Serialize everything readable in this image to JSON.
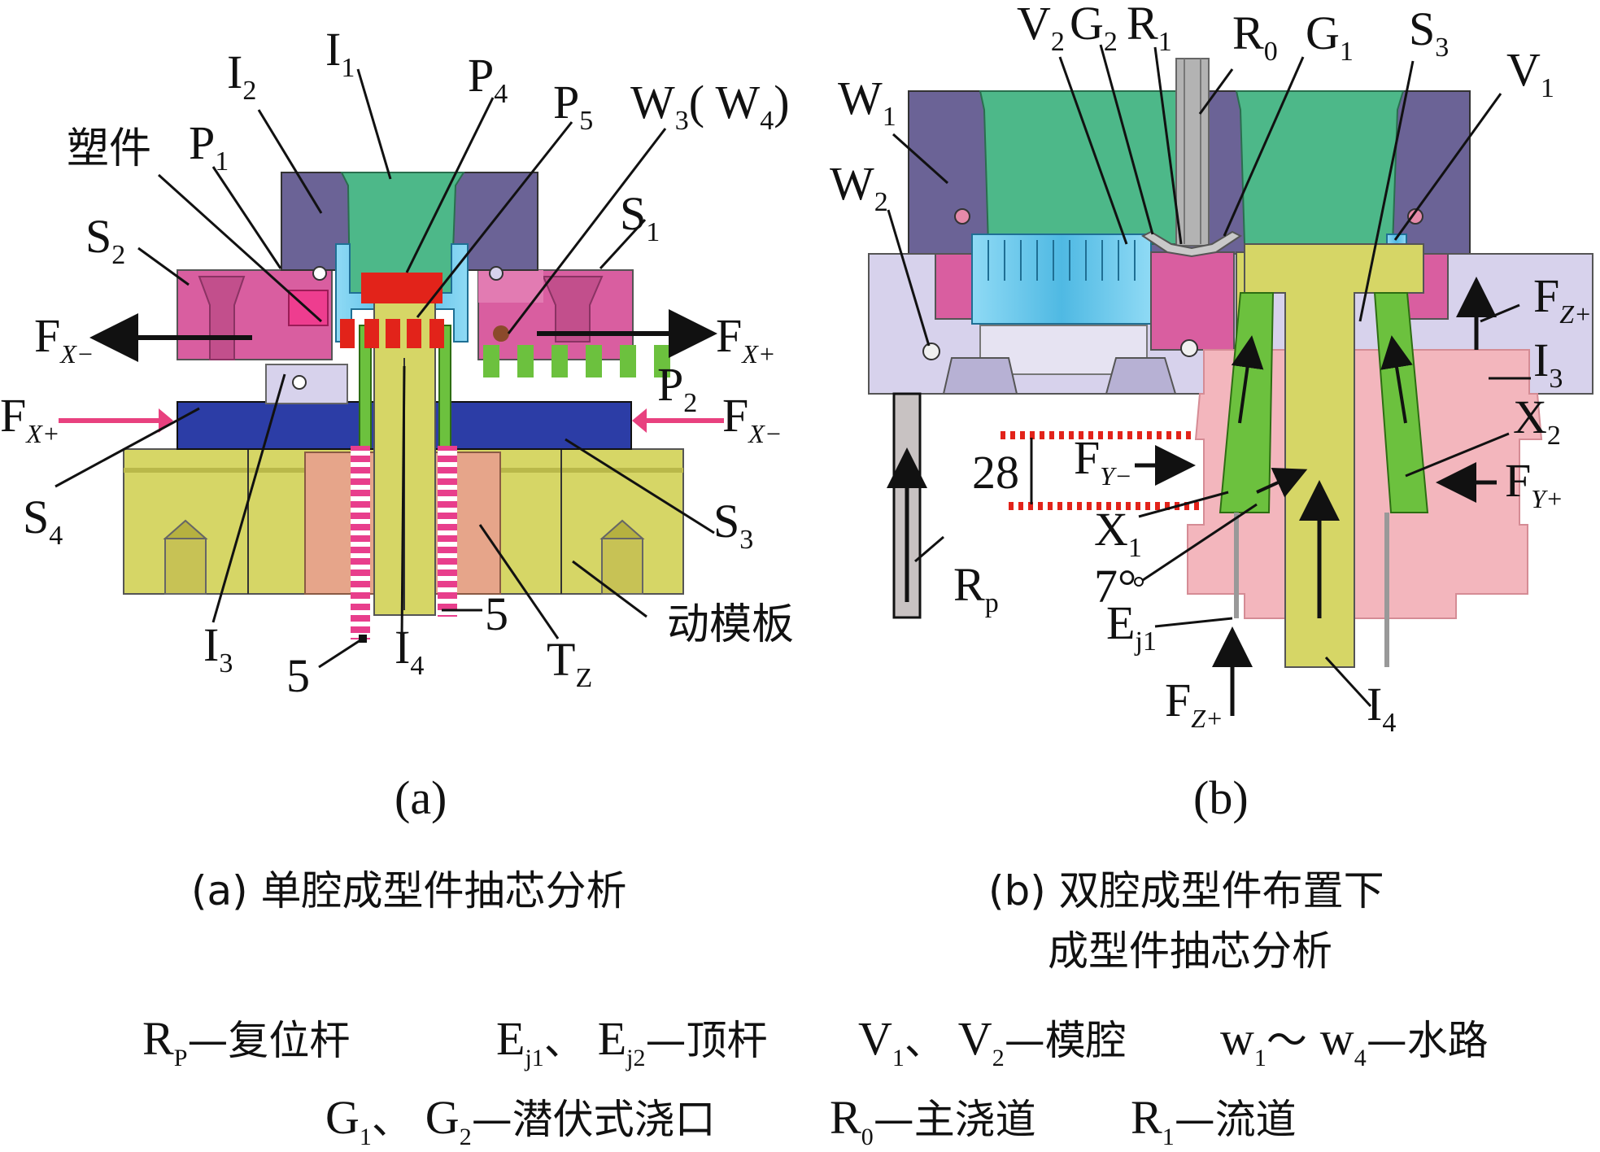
{
  "panel_a": {
    "labels": {
      "I1": {
        "main": "I",
        "sub": "1"
      },
      "I2": {
        "main": "I",
        "sub": "2"
      },
      "I3": {
        "main": "I",
        "sub": "3"
      },
      "I4": {
        "main": "I",
        "sub": "4"
      },
      "P1": {
        "main": "P",
        "sub": "1"
      },
      "P2": {
        "main": "P",
        "sub": "2"
      },
      "P4": {
        "main": "P",
        "sub": "4"
      },
      "P5": {
        "main": "P",
        "sub": "5"
      },
      "W3": {
        "main": "W",
        "sub": "3",
        "extra": "( W",
        "extra_sub": "4",
        "close": ")"
      },
      "S1": {
        "main": "S",
        "sub": "1"
      },
      "S2": {
        "main": "S",
        "sub": "2"
      },
      "S3": {
        "main": "S",
        "sub": "3"
      },
      "S4": {
        "main": "S",
        "sub": "4"
      },
      "Tz": {
        "main": "T",
        "sub": "Z"
      },
      "FXm_top": {
        "main": "F",
        "sub": "X−"
      },
      "FXp_top": {
        "main": "F",
        "sub": "X+"
      },
      "FXp_mid": {
        "main": "F",
        "sub": "X+"
      },
      "FXm_mid": {
        "main": "F",
        "sub": "X−"
      },
      "five_a": "5",
      "five_b": "5",
      "plastic_part": "塑件",
      "moving_plate": "动模板"
    },
    "tag": "(a)"
  },
  "panel_b": {
    "labels": {
      "V1": {
        "main": "V",
        "sub": "1"
      },
      "V2": {
        "main": "V",
        "sub": "2"
      },
      "G1": {
        "main": "G",
        "sub": "1"
      },
      "G2": {
        "main": "G",
        "sub": "2"
      },
      "R0": {
        "main": "R",
        "sub": "0"
      },
      "R1": {
        "main": "R",
        "sub": "1"
      },
      "S3": {
        "main": "S",
        "sub": "3"
      },
      "W1": {
        "main": "W",
        "sub": "1"
      },
      "W2": {
        "main": "W",
        "sub": "2"
      },
      "I3": {
        "main": "I",
        "sub": "3"
      },
      "I4": {
        "main": "I",
        "sub": "4"
      },
      "X1": {
        "main": "X",
        "sub": "1"
      },
      "X2": {
        "main": "X",
        "sub": "2"
      },
      "Rp": {
        "main": "R",
        "sub": "p"
      },
      "Ej1": {
        "main": "E",
        "sub": "j1"
      },
      "FZp_right": {
        "main": "F",
        "sub": "Z+"
      },
      "FZp_bottom": {
        "main": "F",
        "sub": "Z+"
      },
      "FYm": {
        "main": "F",
        "sub": "Y−"
      },
      "FYp": {
        "main": "F",
        "sub": "Y+"
      },
      "dim": "28",
      "angle": "7°"
    },
    "tag": "(b)"
  },
  "captions": {
    "a": "(a) 单腔成型件抽芯分析",
    "b_line1": "(b) 双腔成型件布置下",
    "b_line2": "成型件抽芯分析"
  },
  "legend": {
    "line1": [
      {
        "main": "R",
        "sub": "P",
        "text": "—复位杆"
      },
      {
        "main": "E",
        "sub": "j1",
        "text": "、"
      },
      {
        "main": "E",
        "sub": "j2",
        "text": "—顶杆"
      },
      {
        "main": "V",
        "sub": "1",
        "text": "、"
      },
      {
        "main": "V",
        "sub": "2",
        "text": "—模腔"
      },
      {
        "main": "w",
        "sub": "1",
        "text": "～"
      },
      {
        "main": "w",
        "sub": "4",
        "text": "—水路"
      }
    ],
    "line2": [
      {
        "main": "G",
        "sub": "1",
        "text": "、"
      },
      {
        "main": "G",
        "sub": "2",
        "text": "—潜伏式浇口"
      },
      {
        "main": "R",
        "sub": "0",
        "text": "—主浇道"
      },
      {
        "main": "R",
        "sub": "1",
        "text": "—流道"
      }
    ]
  },
  "colors": {
    "purple": "#6b6396",
    "green": "#4db889",
    "magenta": "#d95ea0",
    "pink_bright": "#ee3d8f",
    "lavender": "#d7d2ec",
    "blue": "#2c3da6",
    "yellow": "#d6d666",
    "olive": "#c4c24a",
    "salmon": "#e6a58a",
    "red": "#e2231a",
    "lightgreen": "#6cc13e",
    "cyan": "#5ec7ea",
    "pinklight": "#f3b6bd",
    "gray": "#b3b3b3",
    "arrow_pink": "#e8417f"
  }
}
